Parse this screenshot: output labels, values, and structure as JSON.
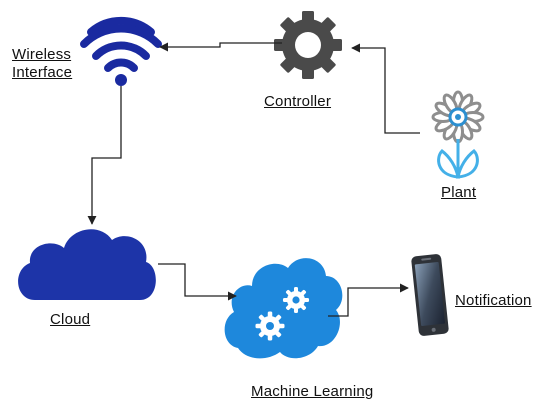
{
  "nodes": {
    "wireless": {
      "label": "Wireless\nInterface",
      "icon": "wifi-icon"
    },
    "controller": {
      "label": "Controller",
      "icon": "gear-icon"
    },
    "plant": {
      "label": "Plant",
      "icon": "flower-icon"
    },
    "cloud": {
      "label": "Cloud",
      "icon": "cloud-icon"
    },
    "ml": {
      "label": "Machine Learning",
      "icon": "cloud-gears-icon"
    },
    "notification": {
      "label": "Notification",
      "icon": "smartphone-icon"
    }
  },
  "colors": {
    "wifi": "#1a2aa0",
    "gear": "#4a4a4a",
    "flower_petal": "#8e8e8e",
    "flower_center": "#2c8fd0",
    "flower_leaf": "#44b0e8",
    "cloud": "#1d34a8",
    "ml_cloud": "#1e88dc",
    "phone": "#3b3f47",
    "arrow": "#222222"
  }
}
